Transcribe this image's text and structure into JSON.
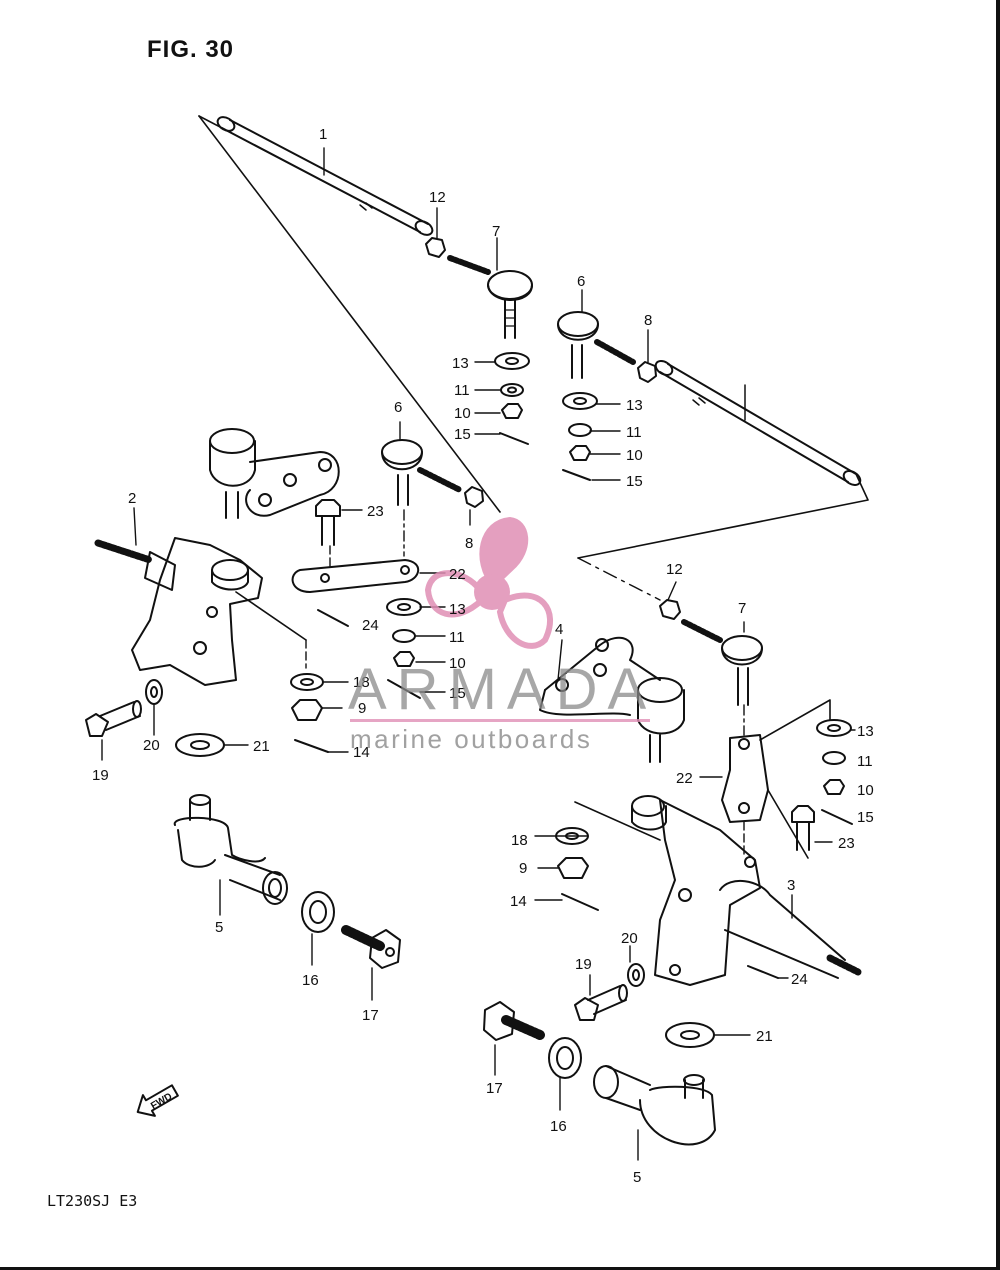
{
  "figure": {
    "title": "FIG. 30",
    "model_code": "LT230SJ  E3"
  },
  "watermark": {
    "brand": "ARMADA",
    "tagline": "marine outboards",
    "accent_color": "#e08fb5",
    "icon": "propeller-icon"
  },
  "direction_marker": {
    "label": "FWD",
    "icon": "forward-arrow-icon"
  },
  "callouts": {
    "c1": "1",
    "c2": "2",
    "c3": "3",
    "c4": "4",
    "c5a": "5",
    "c5b": "5",
    "c6a": "6",
    "c6b": "6",
    "c7a": "7",
    "c7b": "7",
    "c8a": "8",
    "c8b": "8",
    "c9a": "9",
    "c9b": "9",
    "c10a": "10",
    "c10b": "10",
    "c10c": "10",
    "c10d": "10",
    "c11a": "11",
    "c11b": "11",
    "c11c": "11",
    "c11d": "11",
    "c12a": "12",
    "c12b": "12",
    "c13a": "13",
    "c13b": "13",
    "c13c": "13",
    "c13d": "13",
    "c14a": "14",
    "c14b": "14",
    "c15a": "15",
    "c15b": "15",
    "c15c": "15",
    "c15d": "15",
    "c16a": "16",
    "c16b": "16",
    "c17a": "17",
    "c17b": "17",
    "c18a": "18",
    "c18b": "18",
    "c19a": "19",
    "c19b": "19",
    "c20a": "20",
    "c20b": "20",
    "c21a": "21",
    "c21b": "21",
    "c22a": "22",
    "c22b": "22",
    "c23a": "23",
    "c23b": "23",
    "c24a": "24",
    "c24b": "24"
  }
}
